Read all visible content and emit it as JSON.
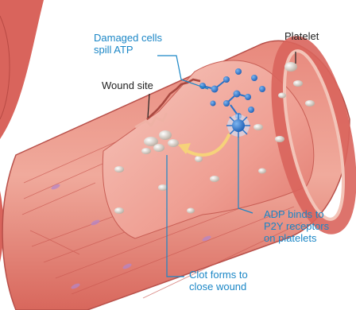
{
  "labels": {
    "damaged_cells": [
      "Damaged cells",
      "spill ATP"
    ],
    "platelet": "Platelet",
    "wound_site": "Wound site",
    "adp": [
      "ADP binds to",
      "P2Y receptors",
      "on platelets"
    ],
    "clot": [
      "Clot forms to",
      "close wound"
    ]
  },
  "colors": {
    "vessel_outer": "#d9645c",
    "vessel_inner": "#f1b7aa",
    "lumen": "#e88a80",
    "callout_blue": "#1a86c6",
    "label_dark": "#222222",
    "platelet": "#e9e1d8",
    "atp_dot": "#2a73c7",
    "arrow": "#f6d27a"
  },
  "icons": [
    "platelet-icon",
    "atp-molecule-icon",
    "receptor-burst-icon",
    "curved-arrow-icon"
  ]
}
